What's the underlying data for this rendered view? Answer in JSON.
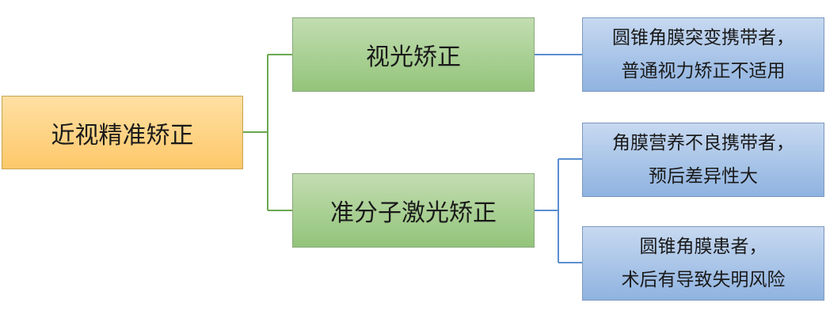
{
  "root": {
    "label": "近视精准矫正"
  },
  "methods": [
    {
      "label": "视光矫正",
      "notes": [
        {
          "lines": [
            "圆锥角膜突变携带者，",
            "普通视力矫正不适用"
          ]
        }
      ]
    },
    {
      "label": "准分子激光矫正",
      "notes": [
        {
          "lines": [
            "角膜营养不良携带者，",
            "预后差异性大"
          ]
        },
        {
          "lines": [
            "圆锥角膜患者，",
            "术后有导致失明风险"
          ]
        }
      ]
    }
  ],
  "colors": {
    "root_fill": "#fdc86a",
    "method_fill": "#93c47a",
    "note_fill": "#8fb3e0",
    "root_connector": "#6aa84f",
    "note_connector": "#5b8fd0"
  }
}
